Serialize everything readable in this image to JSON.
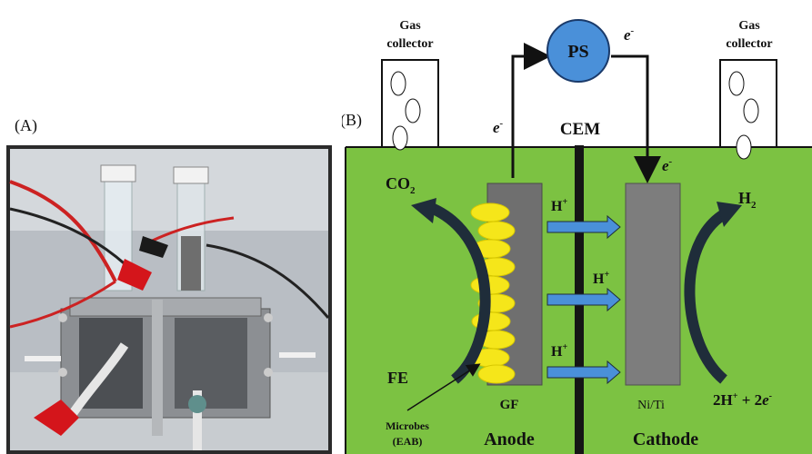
{
  "panel_a": {
    "label": "(A)"
  },
  "panel_b": {
    "label": "(B)"
  },
  "gas_collector_left": {
    "line1": "Gas",
    "line2": "collector"
  },
  "gas_collector_right": {
    "line1": "Gas",
    "line2": "collector"
  },
  "power_supply": {
    "label": "PS"
  },
  "electron": {
    "symbol": "e",
    "charge": "-"
  },
  "membrane": {
    "label": "CEM"
  },
  "anode_side": {
    "product": "CO",
    "product_sub": "2",
    "substrate": "FE",
    "electrode": "GF",
    "title": "Anode",
    "microbes_line1": "Microbes",
    "microbes_line2": "(EAB)"
  },
  "proton": {
    "symbol": "H",
    "charge": "+"
  },
  "cathode_side": {
    "product": "H",
    "product_sub": "2",
    "electrode": "Ni/Ti",
    "title": "Cathode",
    "reaction": "2H",
    "reaction_charge": "+",
    "reaction_mid": " + 2",
    "reaction_e": "e",
    "reaction_e_charge": "-"
  },
  "colors": {
    "electrolyte": "#7cc242",
    "ps_fill": "#4a90d9",
    "proton_arrow": "#4a90d9",
    "microbe": "#f5e61a",
    "membrane": "#151515"
  }
}
